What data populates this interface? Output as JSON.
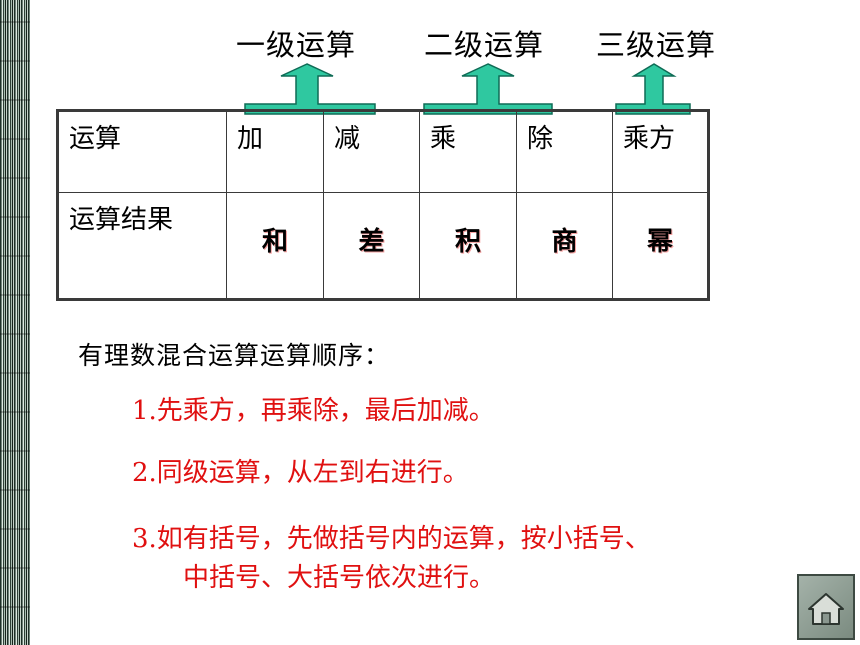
{
  "levels": [
    {
      "label": "一级运算"
    },
    {
      "label": "二级运算"
    },
    {
      "label": "三级运算"
    }
  ],
  "table": {
    "row1_header": "运算",
    "row2_header": "运算结果",
    "operations": [
      "加",
      "减",
      "乘",
      "除",
      "乘方"
    ],
    "results": [
      "和",
      "差",
      "积",
      "商",
      "幂"
    ]
  },
  "order_title": "有理数混合运算运算顺序：",
  "rules": [
    "1.先乘方，再乘除，最后加减。",
    "2.同级运算，从左到右进行。",
    "3.如有括号，先做括号内的运算，按小括号、",
    "中括号、大括号依次进行。"
  ],
  "colors": {
    "connector": "#2fc8a0",
    "result_text": "#e01010",
    "rule_text": "#e01010"
  },
  "icons": {
    "home": "home-icon"
  }
}
